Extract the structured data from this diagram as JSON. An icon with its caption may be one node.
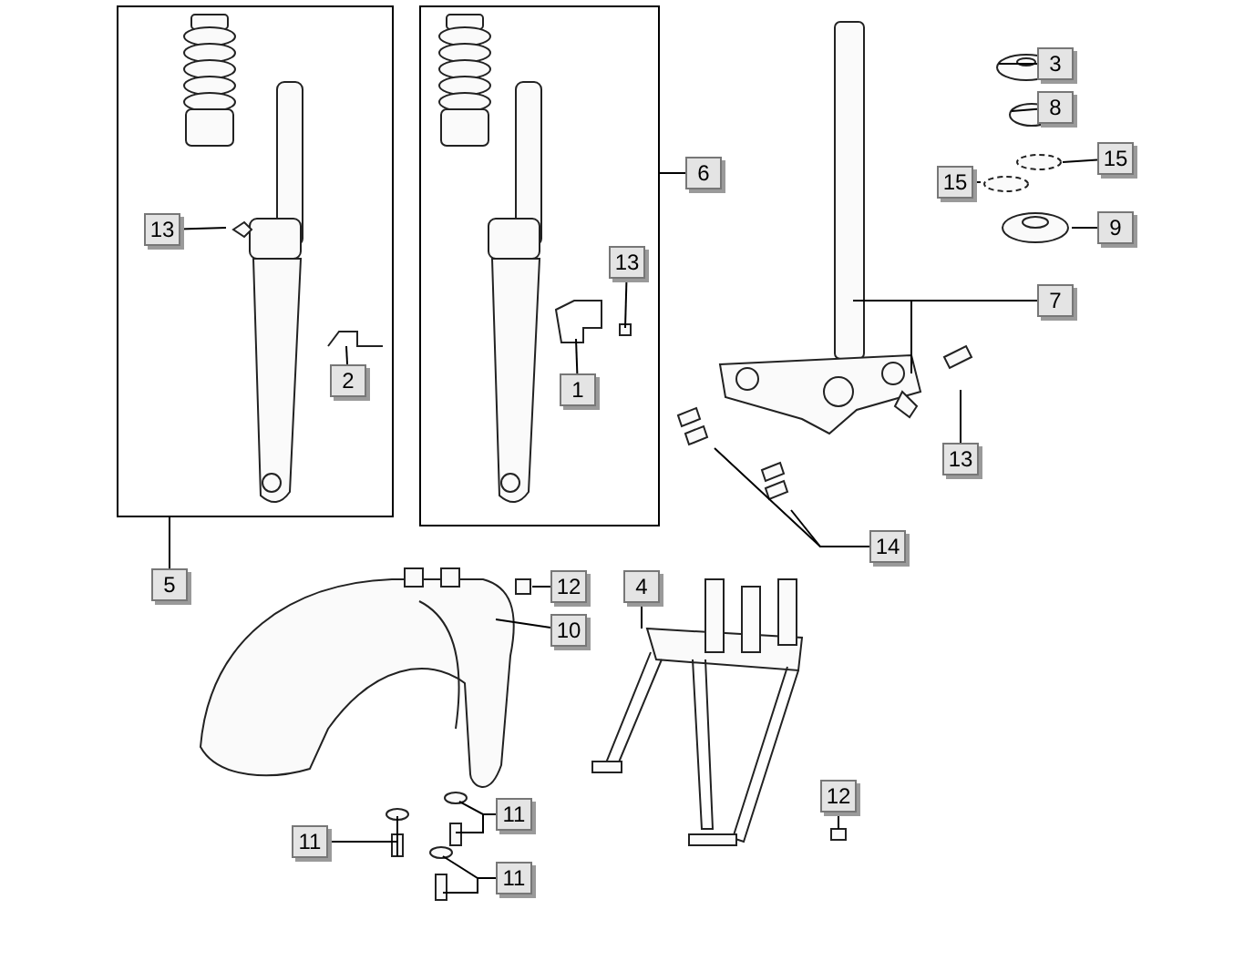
{
  "diagram": {
    "nodes": [
      {
        "text": [],
        "shape": "box"
      },
      {
        "text": [
          "13"
        ],
        "in": 0
      },
      {
        "text": [
          "2"
        ],
        "in": 0
      },
      {
        "text": [],
        "shape": "box"
      },
      {
        "text": [
          "13"
        ],
        "in": 3
      },
      {
        "text": [
          "1"
        ],
        "in": 3
      },
      {
        "text": [
          "6"
        ]
      },
      {
        "text": [
          "3"
        ]
      },
      {
        "text": [
          "8"
        ]
      },
      {
        "text": [
          "15"
        ]
      },
      {
        "text": [
          "15"
        ]
      },
      {
        "text": [
          "9"
        ]
      },
      {
        "text": [
          "7"
        ]
      },
      {
        "text": [
          "13"
        ]
      },
      {
        "text": [
          "14"
        ]
      },
      {
        "text": [
          "5"
        ]
      },
      {
        "text": [
          "12"
        ]
      },
      {
        "text": [
          "10"
        ]
      },
      {
        "text": [
          "4"
        ]
      },
      {
        "text": [
          "11"
        ]
      },
      {
        "text": [
          "11"
        ]
      },
      {
        "text": [
          "11"
        ]
      },
      {
        "text": [
          "12"
        ]
      }
    ],
    "edges": [
      {
        "from": 15,
        "to": 0,
        "arrow": "none"
      },
      {
        "from": 6,
        "to": 3,
        "arrow": "none"
      },
      {
        "from": 1,
        "to": null,
        "arrow": "none"
      },
      {
        "from": 2,
        "to": null,
        "arrow": "none"
      },
      {
        "from": 4,
        "to": null,
        "arrow": "none"
      },
      {
        "from": 5,
        "to": null,
        "arrow": "none"
      },
      {
        "from": 7,
        "to": null,
        "arrow": "none"
      },
      {
        "from": 8,
        "to": null,
        "arrow": "none"
      },
      {
        "from": 9,
        "to": null,
        "arrow": "none"
      },
      {
        "from": 10,
        "to": null,
        "arrow": "none"
      },
      {
        "from": 11,
        "to": null,
        "arrow": "none"
      },
      {
        "from": 12,
        "to": null,
        "arrow": "none"
      },
      {
        "from": 12,
        "to": null,
        "arrow": "none"
      },
      {
        "from": 13,
        "to": null,
        "arrow": "none"
      },
      {
        "from": 14,
        "to": null,
        "arrow": "none"
      },
      {
        "from": 14,
        "to": null,
        "arrow": "none"
      },
      {
        "from": 16,
        "to": null,
        "arrow": "none"
      },
      {
        "from": 17,
        "to": null,
        "arrow": "none"
      },
      {
        "from": 18,
        "to": null,
        "arrow": "none"
      },
      {
        "from": 19,
        "to": null,
        "arrow": "none"
      },
      {
        "from": 19,
        "to": null,
        "arrow": "none"
      },
      {
        "from": 20,
        "to": null,
        "arrow": "none"
      },
      {
        "from": 20,
        "to": null,
        "arrow": "none"
      },
      {
        "from": 21,
        "to": null,
        "arrow": "none"
      },
      {
        "from": 21,
        "to": null,
        "arrow": "none"
      },
      {
        "from": 22,
        "to": null,
        "arrow": "none"
      }
    ]
  }
}
